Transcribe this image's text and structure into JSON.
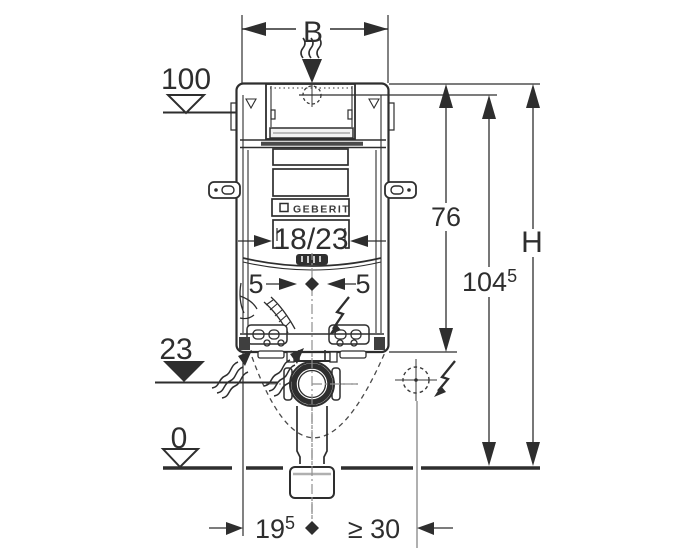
{
  "drawing": {
    "type": "technical-installation-diagram",
    "labels": {
      "width": "B",
      "meter_mark": "100",
      "frame_height": "76",
      "supply_height_main": "104",
      "supply_height_sup": "5",
      "total_height": "H",
      "flush_pipe_positions": "18/23",
      "offset_left": "5",
      "offset_right": "5",
      "outlet_level": "23",
      "floor_level": "0",
      "outlet_offset_main": "19",
      "outlet_offset_sup": "5",
      "min_side_clearance": "≥ 30",
      "brand": "GEBERIT"
    },
    "colors": {
      "line": "#2e2e2e",
      "construction": "#8f8f8f",
      "background": "#ffffff"
    },
    "icons": [
      "water-connection-crosshair-icon",
      "actuation-down-arrow-icon",
      "sound-insulation-waves-icon",
      "electrical-bolt-icon",
      "level-triangle-open-icon",
      "level-triangle-filled-icon",
      "center-diamond-icon"
    ]
  }
}
